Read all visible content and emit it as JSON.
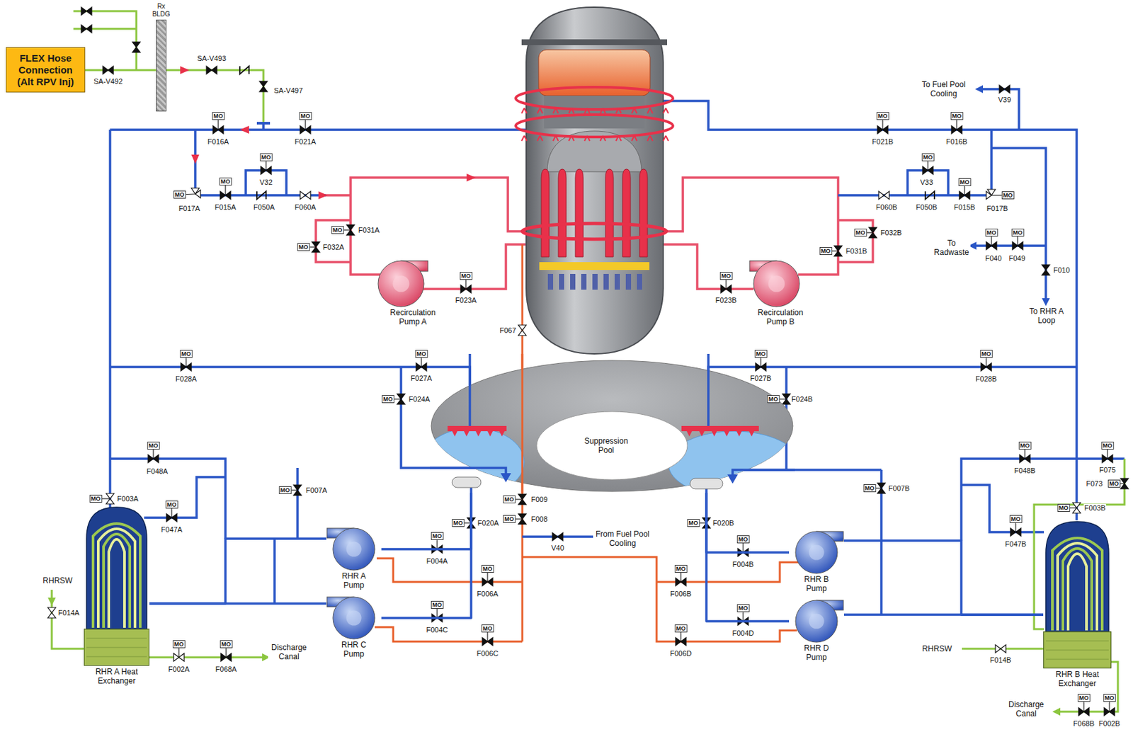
{
  "diagram": {
    "nodes": [
      {
        "text": [
          "FLEX Hose Connection (Alt RPV Inj)"
        ]
      },
      {
        "text": [
          "Rx BLDG"
        ]
      },
      {
        "text": [
          "Recirculation Pump A"
        ]
      },
      {
        "text": [
          "Recirculation Pump B"
        ]
      },
      {
        "text": [
          "Suppression Pool"
        ]
      },
      {
        "text": [
          "RHR A Pump"
        ]
      },
      {
        "text": [
          "RHR C Pump"
        ]
      },
      {
        "text": [
          "RHR B Pump"
        ]
      },
      {
        "text": [
          "RHR D Pump"
        ]
      },
      {
        "text": [
          "RHR A Heat Exchanger"
        ]
      },
      {
        "text": [
          "RHR B Heat Exchanger"
        ]
      }
    ],
    "edges": [
      {
        "from": 4,
        "to": 5,
        "arrow": "none"
      },
      {
        "from": 4,
        "to": 6,
        "arrow": "none"
      },
      {
        "from": 4,
        "to": 7,
        "arrow": "none"
      },
      {
        "from": 4,
        "to": 8,
        "arrow": "none"
      },
      {
        "from": 5,
        "to": 9,
        "arrow": "none"
      },
      {
        "from": 6,
        "to": 9,
        "arrow": "none"
      },
      {
        "from": 7,
        "to": 10,
        "arrow": "none"
      },
      {
        "from": 8,
        "to": 10,
        "arrow": "none"
      }
    ],
    "labels": [
      "SA-V492",
      "SA-V493",
      "SA-V497",
      "F016A",
      "MO",
      "F021A",
      "MO",
      "F017A",
      "MO",
      "F015A",
      "MO",
      "V32",
      "MO",
      "F050A",
      "F060A",
      "F031A",
      "MO",
      "F032A",
      "MO",
      "F023A",
      "MO",
      "F067",
      "F028A",
      "MO",
      "F027A",
      "MO",
      "F024A",
      "MO",
      "F048A",
      "MO",
      "F003A",
      "MO",
      "F007A",
      "MO",
      "F047A",
      "MO",
      "F009",
      "MO",
      "F008",
      "MO",
      "F020A",
      "MO",
      "F004A",
      "MO",
      "F006A",
      "MO",
      "F004C",
      "MO",
      "F006C",
      "MO",
      "RHRSW",
      "F014A",
      "F002A",
      "MO",
      "F068A",
      "MO",
      "Discharge Canal",
      "V40",
      "From Fuel Pool Cooling",
      "To Fuel Pool Cooling",
      "V39",
      "F021B",
      "MO",
      "F016B",
      "MO",
      "V33",
      "MO",
      "F060B",
      "F050B",
      "F015B",
      "MO",
      "F017B",
      "MO",
      "F032B",
      "MO",
      "F031B",
      "MO",
      "F023B",
      "MO",
      "To Radwaste",
      "F040",
      "MO",
      "F049",
      "MO",
      "F010",
      "To RHR A Loop",
      "F027B",
      "MO",
      "F028B",
      "MO",
      "F024B",
      "MO",
      "F048B",
      "MO",
      "F075",
      "MO",
      "F073",
      "MO",
      "F007B",
      "MO",
      "F047B",
      "MO",
      "F003B",
      "MO",
      "F020B",
      "MO",
      "F004B",
      "MO",
      "F006B",
      "MO",
      "F004D",
      "MO",
      "F006D",
      "MO",
      "RHRSW",
      "F014B",
      "Discharge Canal",
      "F068B",
      "MO",
      "F002B",
      "MO"
    ]
  }
}
